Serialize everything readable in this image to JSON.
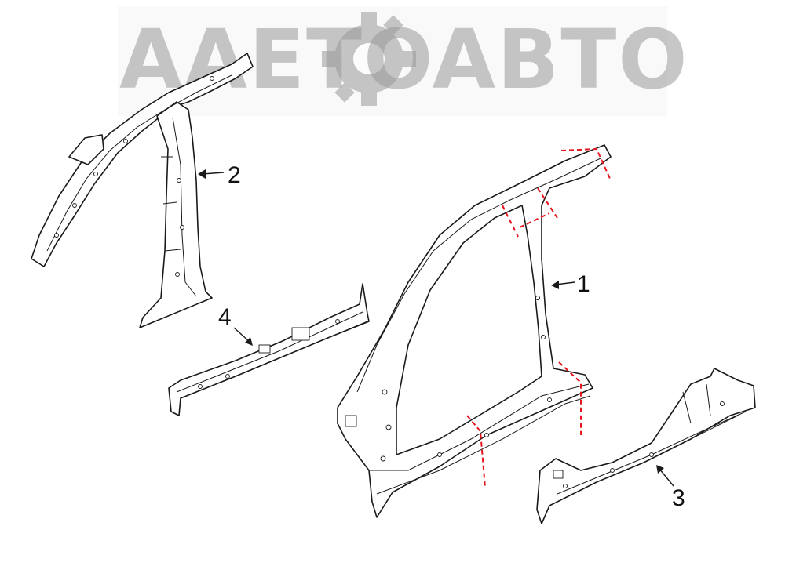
{
  "watermark": {
    "text": "AAETOABTO",
    "color": "#9a9a9a"
  },
  "diagram": {
    "cut_line_color": "#e8141e",
    "line_color": "#1a1a1a",
    "callouts": [
      {
        "id": "1",
        "label": "1"
      },
      {
        "id": "2",
        "label": "2"
      },
      {
        "id": "3",
        "label": "3"
      },
      {
        "id": "4",
        "label": "4"
      }
    ]
  }
}
